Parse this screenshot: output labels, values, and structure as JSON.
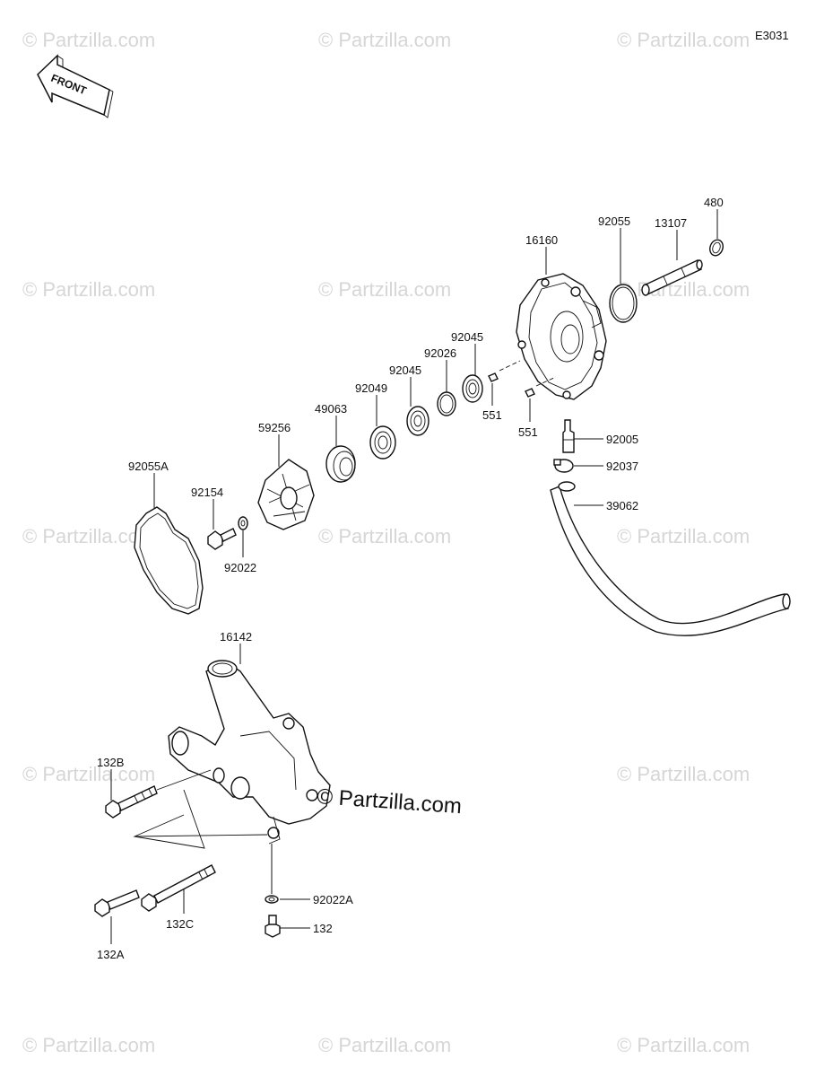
{
  "diagram_code": "E3031",
  "front_label": "FRONT",
  "center_watermark": "© Partzilla.com",
  "watermark_text": "© Partzilla.com",
  "labels": {
    "l16160": "16160",
    "l92055": "92055",
    "l13107": "13107",
    "l480": "480",
    "l92045a": "92045",
    "l92026": "92026",
    "l92045b": "92045",
    "l92049": "92049",
    "l49063": "49063",
    "l59256": "59256",
    "l551a": "551",
    "l551b": "551",
    "l92005": "92005",
    "l92037": "92037",
    "l39062": "39062",
    "l92055A": "92055A",
    "l92154": "92154",
    "l92022": "92022",
    "l16142": "16142",
    "l132B": "132B",
    "l132A": "132A",
    "l132C": "132C",
    "l92022A": "92022A",
    "l132": "132"
  }
}
